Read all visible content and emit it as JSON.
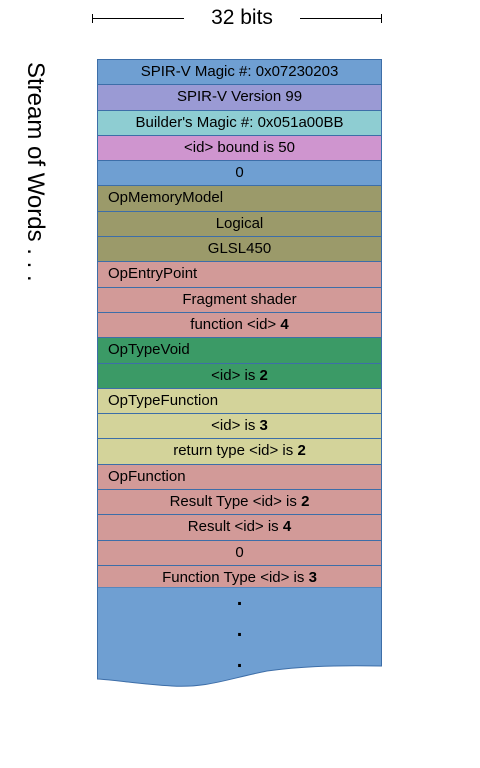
{
  "header": {
    "width_label": "32 bits"
  },
  "side_label": "Stream of Words . . .",
  "words": [
    {
      "text": "SPIR-V Magic #: 0x07230203",
      "bold": "",
      "color": "#6f9fd2",
      "cls": "c-blue",
      "align": "center"
    },
    {
      "text": "SPIR-V Version 99",
      "bold": "",
      "color": "#9a9ad4",
      "cls": "c-lav",
      "align": "center"
    },
    {
      "text": "Builder's Magic #: 0x051a00BB",
      "bold": "",
      "color": "#8ecdd2",
      "cls": "c-cyan",
      "align": "center"
    },
    {
      "text": "<id> bound is 50",
      "bold": "",
      "color": "#cf95cf",
      "cls": "c-pink",
      "align": "center"
    },
    {
      "text": "0",
      "bold": "",
      "color": "#6f9fd2",
      "cls": "c-blue",
      "align": "center"
    },
    {
      "text": "OpMemoryModel",
      "bold": "",
      "color": "#9b9a6a",
      "cls": "c-olive",
      "align": "left"
    },
    {
      "text": "Logical",
      "bold": "",
      "color": "#9b9a6a",
      "cls": "c-olive",
      "align": "center"
    },
    {
      "text": "GLSL450",
      "bold": "",
      "color": "#9b9a6a",
      "cls": "c-olive",
      "align": "center"
    },
    {
      "text": "OpEntryPoint",
      "bold": "",
      "color": "#d29a98",
      "cls": "c-rose",
      "align": "left"
    },
    {
      "text": "Fragment shader",
      "bold": "",
      "color": "#d29a98",
      "cls": "c-rose",
      "align": "center"
    },
    {
      "text": "function <id> ",
      "bold": "4",
      "color": "#d29a98",
      "cls": "c-rose",
      "align": "center"
    },
    {
      "text": "OpTypeVoid",
      "bold": "",
      "color": "#3b9a66",
      "cls": "c-green",
      "align": "left"
    },
    {
      "text": "<id> is ",
      "bold": "2",
      "color": "#3b9a66",
      "cls": "c-green",
      "align": "center"
    },
    {
      "text": "OpTypeFunction",
      "bold": "",
      "color": "#d3d39a",
      "cls": "c-khaki",
      "align": "left"
    },
    {
      "text": "<id> is ",
      "bold": "3",
      "color": "#d3d39a",
      "cls": "c-khaki",
      "align": "center"
    },
    {
      "text": "return type <id> is ",
      "bold": "2",
      "color": "#d3d39a",
      "cls": "c-khaki",
      "align": "center"
    },
    {
      "text": "OpFunction",
      "bold": "",
      "color": "#d29a98",
      "cls": "c-rose",
      "align": "left"
    },
    {
      "text": "Result Type <id> is ",
      "bold": "2",
      "color": "#d29a98",
      "cls": "c-rose",
      "align": "center"
    },
    {
      "text": "Result <id> is ",
      "bold": "4",
      "color": "#d29a98",
      "cls": "c-rose",
      "align": "center"
    },
    {
      "text": "0",
      "bold": "",
      "color": "#d29a98",
      "cls": "c-rose",
      "align": "center"
    },
    {
      "text": "Function Type <id> is ",
      "bold": "3",
      "color": "#d29a98",
      "cls": "c-rose",
      "align": "center"
    }
  ],
  "continuation": {
    "dots": [
      ".",
      ".",
      "."
    ],
    "color": "#6f9fd2"
  }
}
